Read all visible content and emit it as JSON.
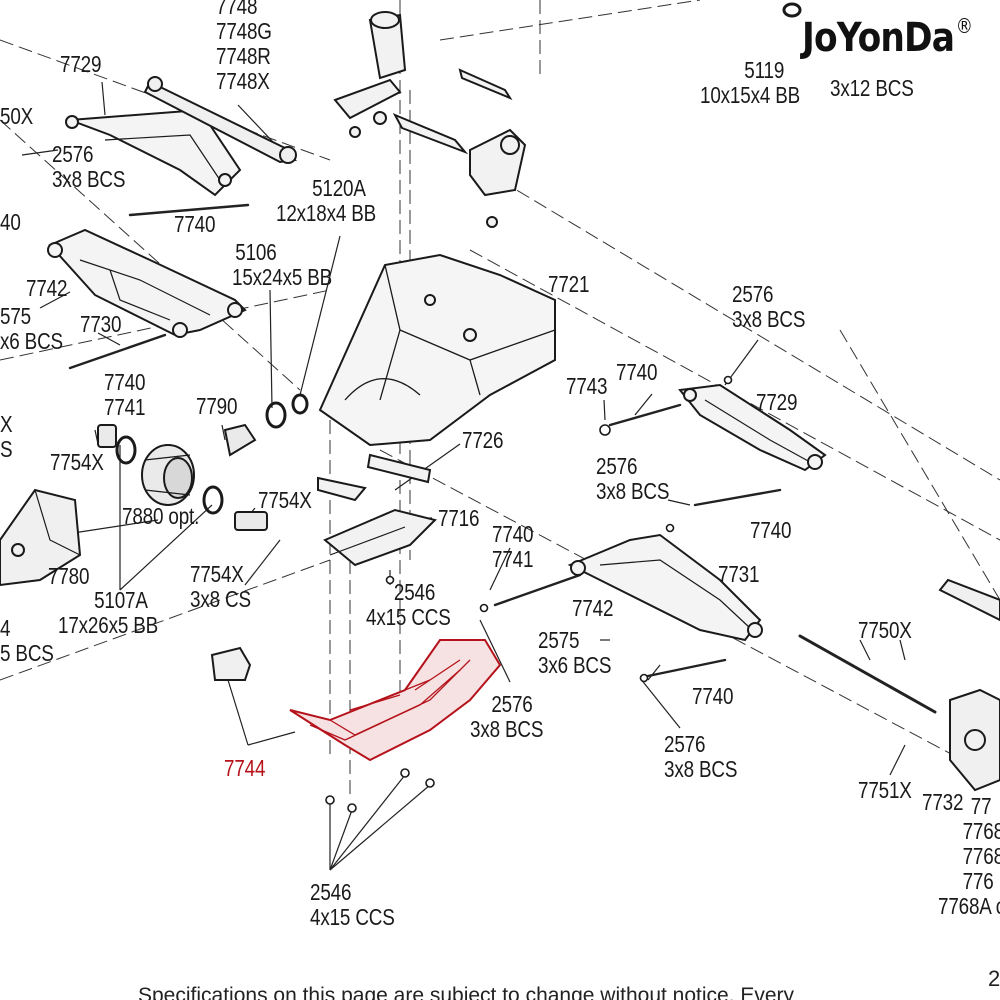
{
  "brand": {
    "name": "JoYonDa",
    "registered": "®"
  },
  "footer": {
    "notice": "Specifications on this page are subject to change without notice. Every",
    "page": "2"
  },
  "highlight_color": "#b5121b",
  "labels": {
    "p7748": [
      "7748",
      "7748G",
      "7748R",
      "7748X"
    ],
    "p7729_top": [
      "7729"
    ],
    "p50x": [
      "50X"
    ],
    "p2576_a": [
      "2576",
      "3x8 BCS"
    ],
    "p40_left": [
      "40"
    ],
    "p7740_a": [
      "7740"
    ],
    "p5120a": [
      "5120A",
      "12x18x4 BB"
    ],
    "p5106": [
      "5106",
      "15x24x5 BB"
    ],
    "p7742_left": [
      "7742"
    ],
    "p575_left": [
      "575",
      "x6 BCS"
    ],
    "p7730": [
      "7730"
    ],
    "p7740_7741_left": [
      "7740",
      "7741"
    ],
    "p7790": [
      "7790"
    ],
    "px_left": [
      "X",
      "S"
    ],
    "p7754x_a": [
      "7754X"
    ],
    "p7880": [
      "7880 opt."
    ],
    "p7754x_b": [
      "7754X"
    ],
    "p7780": [
      "7780"
    ],
    "p5107a": [
      "5107A",
      "17x26x5 BB"
    ],
    "p7754x_c": [
      "7754X",
      "3x8 CS"
    ],
    "p4_left": [
      "4",
      "5 BCS"
    ],
    "p5119": [
      "5119",
      "10x15x4 BB"
    ],
    "p3x12": [
      "3x12 BCS"
    ],
    "p7721": [
      "7721"
    ],
    "p2576_b": [
      "2576",
      "3x8 BCS"
    ],
    "p7743": [
      "7743"
    ],
    "p7740_b": [
      "7740"
    ],
    "p7729_right": [
      "7729"
    ],
    "p7726": [
      "7726"
    ],
    "p2576_c": [
      "2576",
      "3x8 BCS"
    ],
    "p7716": [
      "7716"
    ],
    "p7740_c": [
      "7740"
    ],
    "p7740_7741_mid": [
      "7740",
      "7741"
    ],
    "p2546_a": [
      "2546",
      "4x15 CCS"
    ],
    "p7731": [
      "7731"
    ],
    "p7742_mid": [
      "7742"
    ],
    "p2575_mid": [
      "2575",
      "3x6 BCS"
    ],
    "p7750x": [
      "7750X"
    ],
    "p2576_d": [
      "2576",
      "3x8 BCS"
    ],
    "p7740_d": [
      "7740"
    ],
    "p2576_e": [
      "2576",
      "3x8 BCS"
    ],
    "p7744": [
      "7744"
    ],
    "p7751x": [
      "7751X"
    ],
    "p7732": [
      "7732"
    ],
    "p77_right": [
      "77",
      "7768",
      "7768",
      "776",
      "7768A c"
    ],
    "p2546_b": [
      "2546",
      "4x15 CCS"
    ]
  }
}
